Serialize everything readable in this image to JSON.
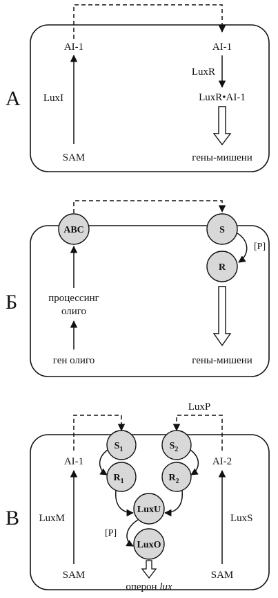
{
  "panelA": {
    "letter": "А",
    "ai1_left": "AI-1",
    "ai1_right": "AI-1",
    "luxI": "LuxI",
    "luxR": "LuxR",
    "complex": "LuxR•AI-1",
    "sam": "SAM",
    "targets": "гены-мишени"
  },
  "panelB": {
    "letter": "Б",
    "abc": "ABC",
    "s": "S",
    "r": "R",
    "p": "[P]",
    "processing_line1": "процессинг",
    "processing_line2": "олиго",
    "gene": "ген олиго",
    "targets": "гены-мишени"
  },
  "panelC": {
    "letter": "В",
    "ai1": "AI-1",
    "ai2": "AI-2",
    "luxP": "LuxP",
    "luxM": "LuxM",
    "luxS": "LuxS",
    "s1": "S",
    "s1_sub": "1",
    "s2": "S",
    "s2_sub": "2",
    "r1": "R",
    "r1_sub": "1",
    "r2": "R",
    "r2_sub": "2",
    "luxU": "LuxU",
    "luxO": "LuxO",
    "p": "[P]",
    "sam_left": "SAM",
    "sam_right": "SAM",
    "operon_prefix": "оперон ",
    "operon_italic": "lux"
  }
}
